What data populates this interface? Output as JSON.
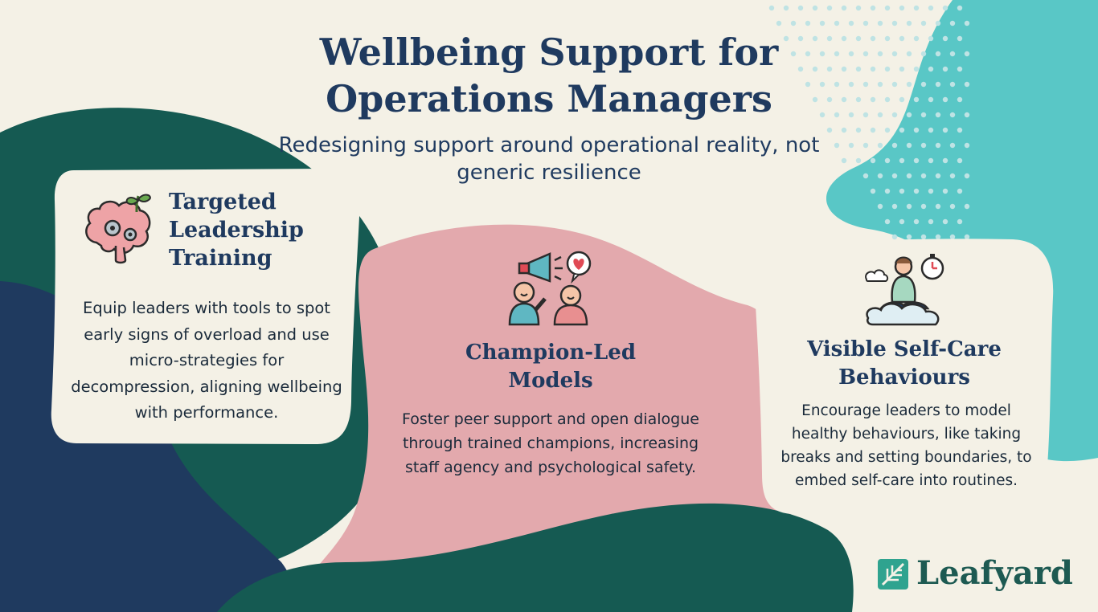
{
  "title": "Wellbeing Support for Operations Managers",
  "subtitle": "Redesigning support around operational reality, not generic resilience",
  "cards": [
    {
      "heading": "Targeted Leadership Training",
      "body": "Equip leaders with tools to spot early signs of overload and use micro-strategies for decompression, aligning wellbeing with performance.",
      "icon": "brain-gears-sprout-icon"
    },
    {
      "heading": "Champion-Led Models",
      "body": "Foster peer support and open dialogue through trained champions, increasing staff agency and psychological safety.",
      "icon": "peer-megaphone-heart-icon"
    },
    {
      "heading": "Visible Self-Care Behaviours",
      "body": "Encourage leaders to model healthy behaviours, like taking breaks and setting boundaries, to embed self-care into routines.",
      "icon": "meditation-stopwatch-icon"
    }
  ],
  "brand": {
    "name": "Leafyard",
    "icon": "leaf-logo-icon"
  },
  "colors": {
    "background": "#f4f1e6",
    "teal_dark": "#155a52",
    "navy": "#1f3a5f",
    "pink": "#e3a9ad",
    "turquoise": "#59c7c6",
    "card": "#f4f1e6",
    "text": "#1a2a3a"
  }
}
